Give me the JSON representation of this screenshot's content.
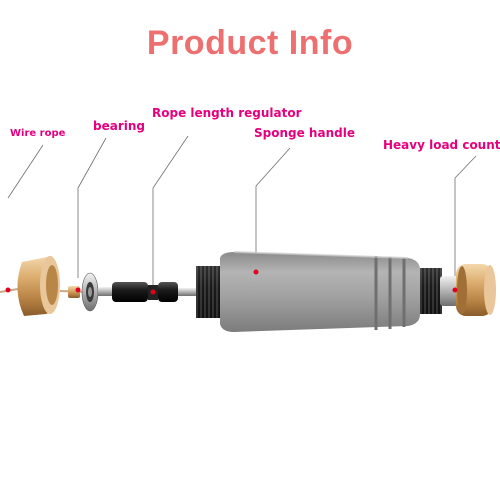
{
  "title": "Product Info",
  "labels": {
    "wire_rope": "Wire rope",
    "bearing": "bearing",
    "regulator": "Rope length regulator",
    "sponge": "Sponge handle",
    "counter": "Heavy load count"
  },
  "colors": {
    "title": "#ee6f6f",
    "label": "#e6007e",
    "leader": "#6e6e6e",
    "marker": "#e3001b",
    "sponge": "#9c9c9c",
    "gold": "#c9985a"
  }
}
